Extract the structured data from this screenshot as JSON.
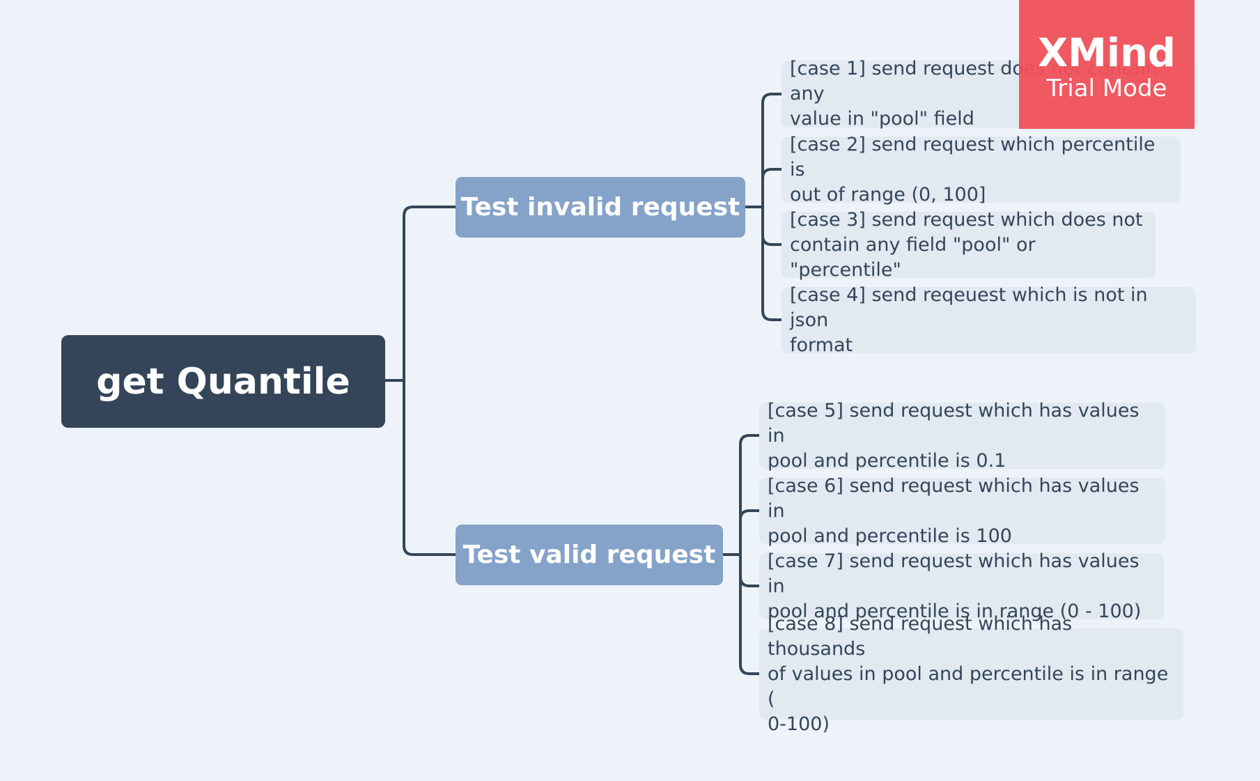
{
  "mindmap": {
    "root": "get Quantile",
    "branches": [
      {
        "label": "Test invalid request",
        "cases": [
          {
            "lines": [
              "[case 1] send request does not contain any",
              "value in \"pool\" field"
            ]
          },
          {
            "lines": [
              "[case 2] send request which percentile is",
              "out of range (0, 100]"
            ]
          },
          {
            "lines": [
              "[case 3] send request which does not",
              "contain any field \"pool\" or \"percentile\""
            ]
          },
          {
            "lines": [
              "[case 4] send reqeuest which is not in json",
              "format"
            ]
          }
        ]
      },
      {
        "label": "Test valid request",
        "cases": [
          {
            "lines": [
              "[case 5] send request which has values in",
              "pool and percentile is 0.1"
            ]
          },
          {
            "lines": [
              "[case 6] send request which has values in",
              "pool and percentile is 100"
            ]
          },
          {
            "lines": [
              "[case 7] send request which has values in",
              "pool and percentile is in range (0 - 100)"
            ]
          },
          {
            "lines": [
              "[case 8] send request which has thousands",
              "of values in pool and percentile is in range (",
              "0-100)"
            ]
          }
        ]
      }
    ]
  },
  "watermark": {
    "title": "XMind",
    "subtitle": "Trial Mode"
  },
  "colors": {
    "background": "#edf3f9",
    "root_fill": "#344559",
    "branch_fill": "#85a2c8",
    "leaf_fill": "#e2e9f1",
    "connector": "#344559",
    "watermark": "#f0505a"
  }
}
